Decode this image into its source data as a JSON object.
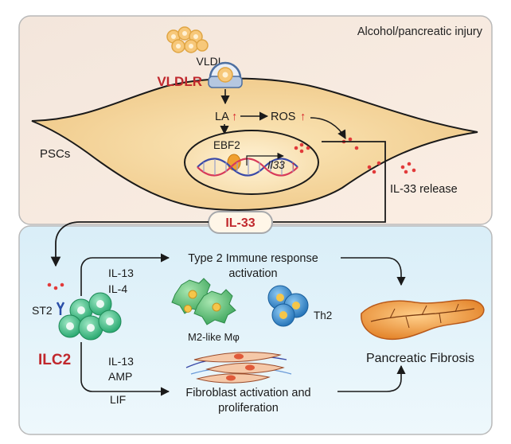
{
  "header": {
    "context_label": "Alcohol/pancreatic injury"
  },
  "top_panel": {
    "vldl_label": "VLDL",
    "vldlr_label": "VLDLR",
    "la_label": "LA",
    "ros_label": "ROS",
    "ebf2_label": "EBF2",
    "il33_gene_label": "Il33",
    "up_arrow": "↑",
    "pscs_label": "PSCs",
    "release_label": "IL-33 release"
  },
  "center_badge": {
    "label": "IL-33"
  },
  "bottom_panel": {
    "st2_label": "ST2",
    "ilc2_label": "ILC2",
    "upper_cytokines": [
      "IL-13",
      "IL-4"
    ],
    "upper_outcome": [
      "Type 2 Immune response",
      "activation"
    ],
    "macrophage_label": "M2-like Mφ",
    "th2_label": "Th2",
    "lower_cytokines": [
      "IL-13",
      "AMP",
      "LIF"
    ],
    "lower_outcome": [
      "Fibroblast activation and",
      "proliferation"
    ],
    "fibrosis_label": "Pancreatic Fibrosis"
  },
  "colors": {
    "top_background": "#f8e9dc",
    "bottom_background": "#ddf0f8",
    "cell_body": "#f5d9a3",
    "accent_red": "#c0282d",
    "ilc2_green": "#2fb37a",
    "th2_blue": "#2a7fc7",
    "pancreas_orange": "#e8892b",
    "border_gray": "#a7a9ac"
  }
}
